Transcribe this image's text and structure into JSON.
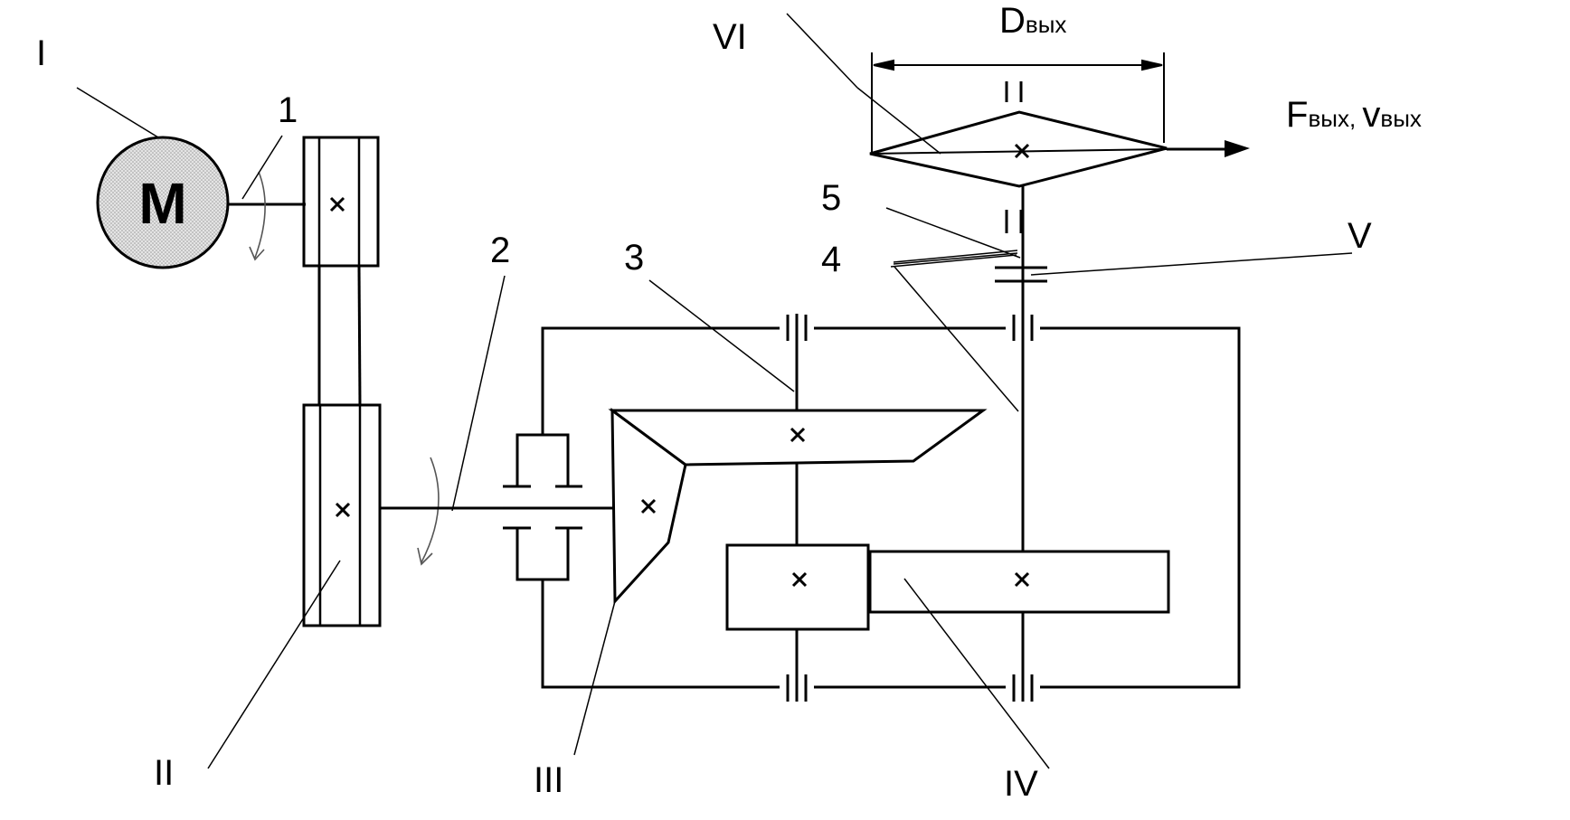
{
  "motor": {
    "letter": "M",
    "fill": "#dcdcdc"
  },
  "labels": {
    "I": "I",
    "II": "II",
    "III": "III",
    "IV": "IV",
    "V": "V",
    "VI": "VI",
    "n1": "1",
    "n2": "2",
    "n3": "3",
    "n4": "4",
    "n5": "5"
  },
  "output": {
    "diameter_main": "D",
    "diameter_sub": "вых",
    "force_main": "F",
    "force_sub": "вых",
    "separator": ",",
    "speed_main": "v",
    "speed_sub": "вых"
  },
  "colors": {
    "ink": "#000000",
    "motor_fill": "#dcdcdc",
    "background": "#ffffff"
  }
}
